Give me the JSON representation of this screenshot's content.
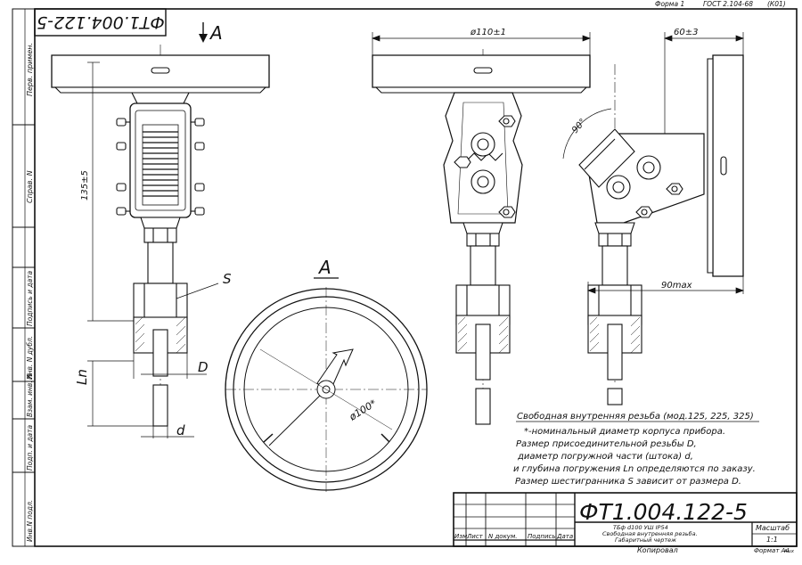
{
  "header": {
    "form": "Форма 1",
    "standard": "ГОСТ 2.104-68",
    "code": "(К01)"
  },
  "rotated_code": "ФТ1.004.122-5",
  "view_label": "А",
  "section_label": "А",
  "side_stamp": [
    "Перв. примен.",
    "Справ. N",
    "Подпись и дата",
    "Инв. N дубл.",
    "Взам. инв. N",
    "Подп. и дата",
    "Инв.N подл."
  ],
  "dimensions": {
    "width_d": "ø110±1",
    "depth": "60±3",
    "height": "135±5",
    "ln": "Ln",
    "s": "S",
    "big_d": "D",
    "small_d": "d",
    "angle": "90°",
    "max_len": "90max",
    "dial_d": "ø100*"
  },
  "notes": {
    "title": "Свободная внутренняя резьба (мод.125, 225, 325)",
    "lines": [
      "*-номинальный диаметр корпуса прибора.",
      "Размер присоединительной резьбы D,",
      "диаметр погружной части (штока) d,",
      "и глубина погружения Ln определяются по заказу.",
      "Размер шестигранника S зависит от размера D."
    ]
  },
  "title_block": {
    "designation": "ФТ1.004.122-5",
    "desc1": "ТБф d100 УШ IP54",
    "desc2": "Свободная внутренняя резьба.",
    "desc3": "Габаритный чертеж",
    "col_izm": "Изм.",
    "col_list": "Лист",
    "col_doc": "N докум.",
    "col_sign": "Подпись",
    "col_date": "Дата",
    "scale_label": "Масштаб",
    "scale_value": "1:1",
    "copied": "Копировал",
    "format": "Формат А4",
    "format_extra": "Ашх"
  }
}
